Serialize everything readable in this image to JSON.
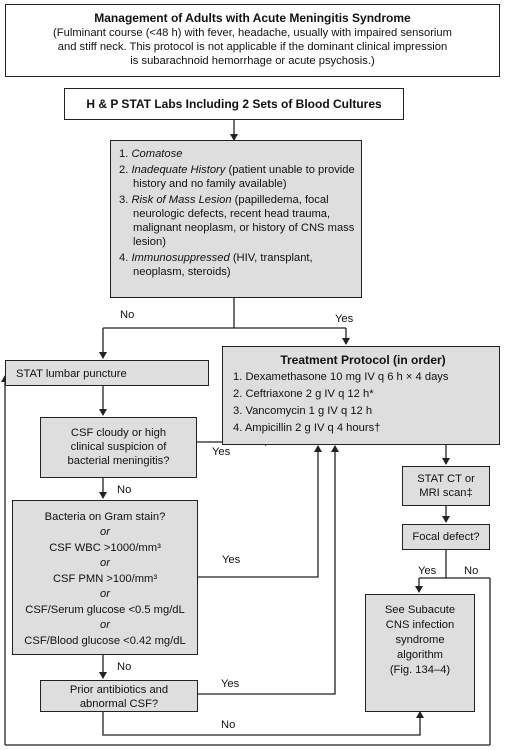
{
  "header": {
    "title": "Management  of Adults with Acute Meningitis Syndrome",
    "lines": [
      "(Fulminant course (<48 h) with fever, headache, usually with impaired sensorium",
      "and stiff neck. This protocol is not applicable if the dominant clinical impression",
      "is subarachnoid hemorrhage or acute psychosis.)"
    ]
  },
  "hp_box": {
    "label": "H & P STAT Labs Including 2 Sets of Blood Cultures"
  },
  "criteria": {
    "items": [
      {
        "num": "1.",
        "term": "Comatose",
        "rest": ""
      },
      {
        "num": "2.",
        "term": "Inadequate History",
        "rest": " (patient unable to provide history and no family available)"
      },
      {
        "num": "3.",
        "term": "Risk of Mass Lesion",
        "rest": " (papilledema, focal neurologic defects, recent head trauma, malignant neoplasm, or history of CNS mass lesion)"
      },
      {
        "num": "4.",
        "term": "Immunosuppressed",
        "rest": " (HIV, transplant, neoplasm, steroids)"
      }
    ]
  },
  "branch_labels": {
    "no_top": "No",
    "yes_top": "Yes",
    "yes_csf": "Yes",
    "no_csf": "No",
    "yes_bacteria": "Yes",
    "no_bacteria": "No",
    "yes_prior": "Yes",
    "no_prior": "No",
    "yes_focal": "Yes",
    "no_focal": "No"
  },
  "lumbar": {
    "label": "STAT lumbar puncture"
  },
  "treatment": {
    "title": "Treatment Protocol (in order)",
    "items": [
      "1. Dexamethasone 10 mg IV q 6 h × 4 days",
      "2. Ceftriaxone 2 g IV q 12 h*",
      "3. Vancomycin 1 g IV q 12 h",
      "4. Ampicillin 2 g IV q 4 hours†"
    ]
  },
  "csf_box": {
    "lines": [
      "CSF cloudy or high",
      "clinical suspicion of",
      "bacterial meningitis?"
    ]
  },
  "bacteria_box": {
    "lines": [
      {
        "text": "Bacteria on Gram stain?",
        "italic": false
      },
      {
        "text": "or",
        "italic": true
      },
      {
        "text": "CSF WBC >1000/mm³",
        "italic": false
      },
      {
        "text": "or",
        "italic": true
      },
      {
        "text": "CSF PMN >100/mm³",
        "italic": false
      },
      {
        "text": "or",
        "italic": true
      },
      {
        "text": "CSF/Serum glucose <0.5 mg/dL",
        "italic": false
      },
      {
        "text": "or",
        "italic": true
      },
      {
        "text": "CSF/Blood glucose <0.42 mg/dL",
        "italic": false
      }
    ]
  },
  "prior_box": {
    "lines": [
      "Prior antibiotics and",
      "abnormal CSF?"
    ]
  },
  "ct_box": {
    "lines": [
      "STAT CT or",
      "MRI scan‡"
    ]
  },
  "focal_box": {
    "label": "Focal defect?"
  },
  "subacute_box": {
    "lines": [
      "See Subacute",
      "CNS infection",
      "syndrome",
      "algorithm",
      "(Fig. 134–4)"
    ]
  }
}
